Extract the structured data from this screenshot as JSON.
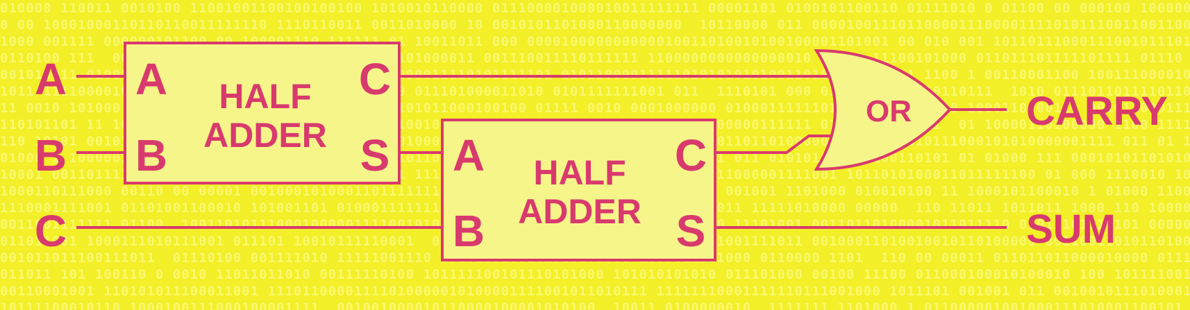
{
  "colors": {
    "background": "#f3ef28",
    "accent": "#d83a6e",
    "block_fill": "#f6f58a"
  },
  "inputs": {
    "a": "A",
    "b": "B",
    "c": "C"
  },
  "half_adder_1": {
    "title_line1": "HALF",
    "title_line2": "ADDER",
    "port_a": "A",
    "port_b": "B",
    "port_c": "C",
    "port_s": "S"
  },
  "half_adder_2": {
    "title_line1": "HALF",
    "title_line2": "ADDER",
    "port_a": "A",
    "port_b": "B",
    "port_c": "C",
    "port_s": "S"
  },
  "or_gate": {
    "label": "OR"
  },
  "outputs": {
    "carry": "CARRY",
    "sum": "SUM"
  }
}
